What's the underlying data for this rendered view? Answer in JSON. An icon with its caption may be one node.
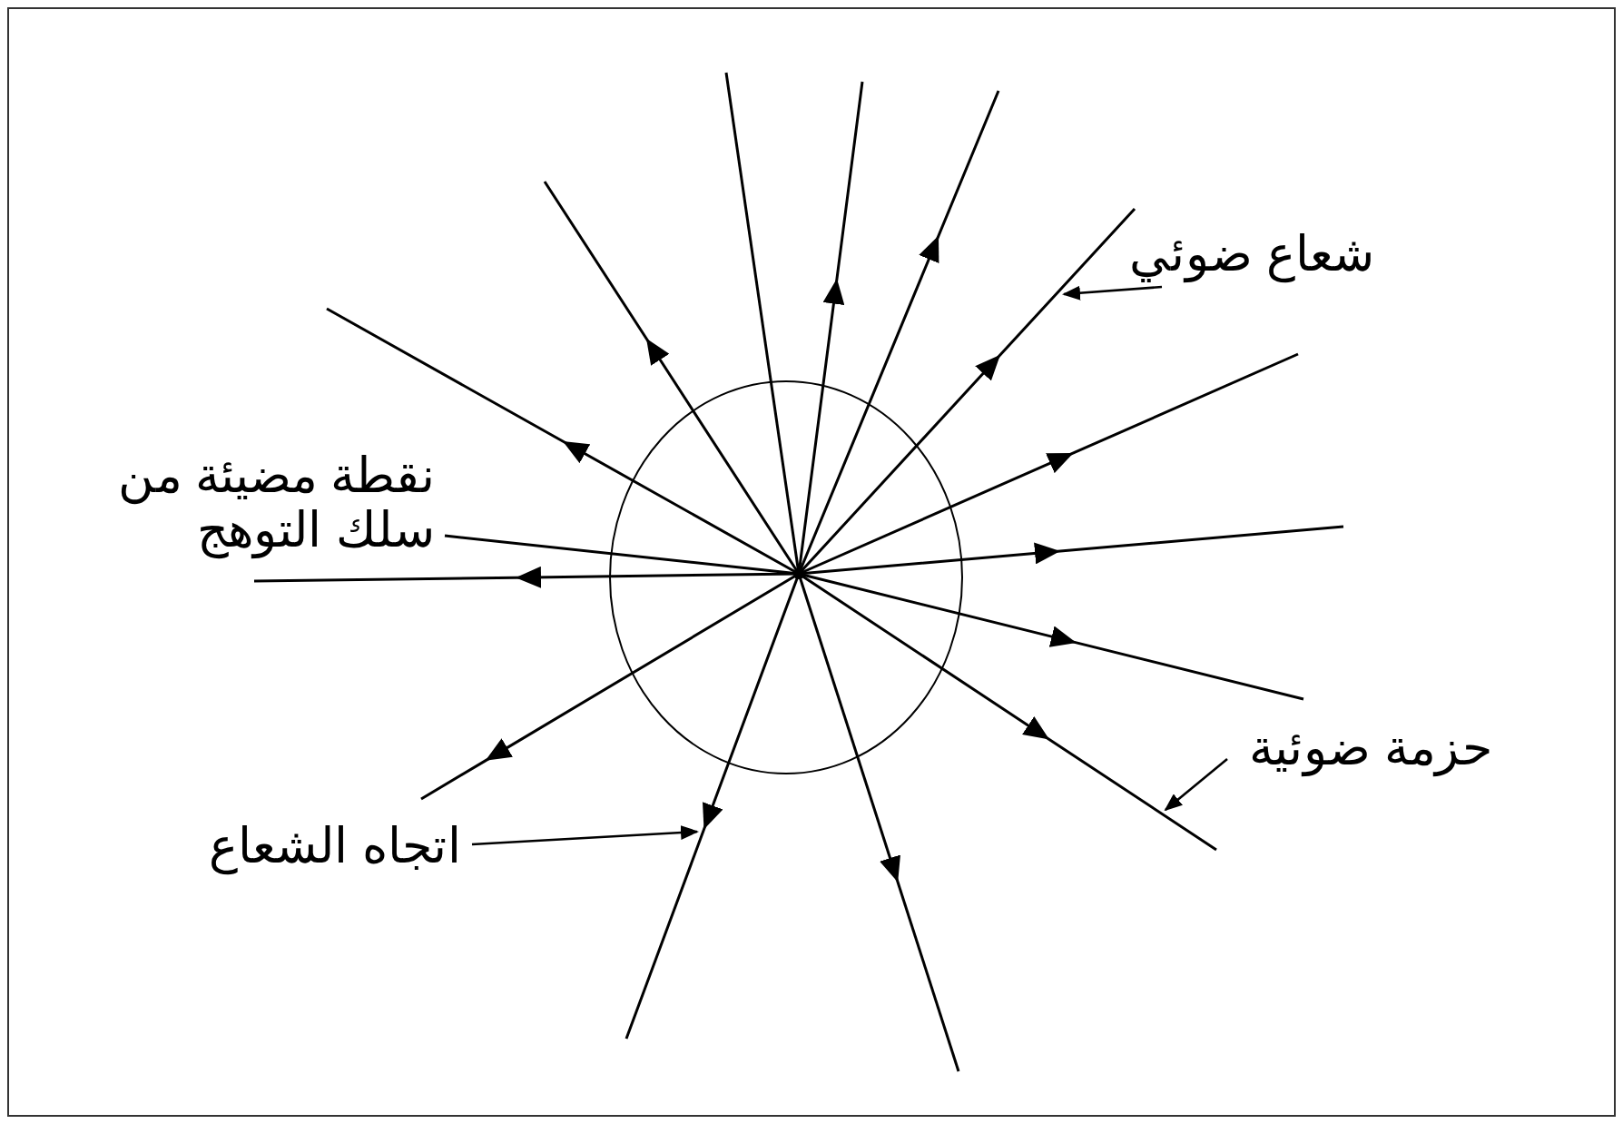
{
  "diagram": {
    "nodes": [
      {
        "text": [
          "شعاع ضوئي"
        ]
      },
      {
        "text": [
          "حزمة ضوئية"
        ]
      },
      {
        "text": [
          "اتجاه الشعاع"
        ]
      },
      {
        "text": [],
        "shape": "line"
      },
      {
        "text": [],
        "shape": "line"
      },
      {
        "text": [],
        "shape": "line"
      }
    ],
    "edges": [
      {
        "from": 0,
        "to": 3,
        "arrow": "to"
      },
      {
        "from": 1,
        "to": 4,
        "arrow": "to"
      },
      {
        "from": 2,
        "to": 5,
        "arrow": "to"
      }
    ],
    "labels": [
      "نقطة مضيئة من سلك التوهج"
    ]
  }
}
